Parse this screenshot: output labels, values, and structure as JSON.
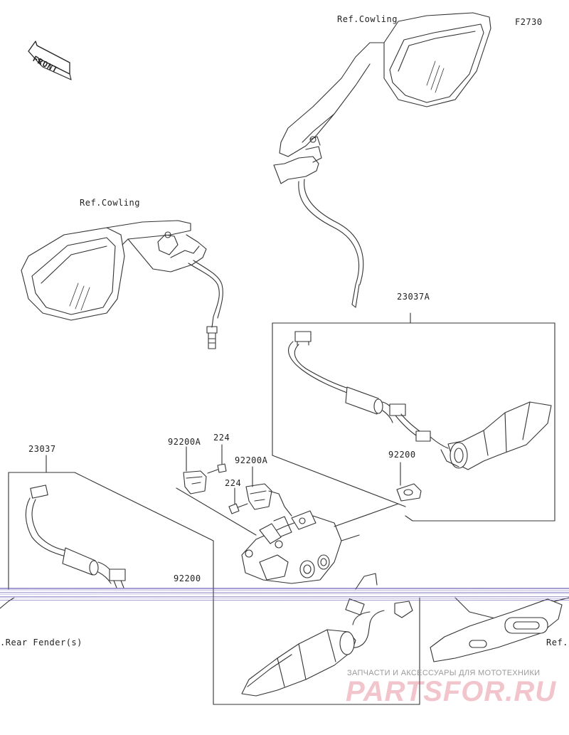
{
  "figure_id": "F2730",
  "front_arrow": "FRONT",
  "labels": {
    "ref_cowling_top": "Ref.Cowling",
    "ref_cowling_left": "Ref.Cowling",
    "part_23037A": "23037A",
    "part_23037": "23037",
    "part_92200A_left": "92200A",
    "part_224_top": "224",
    "part_92200A_right": "92200A",
    "part_224_bottom": "224",
    "part_92200_right": "92200",
    "part_92200_left": "92200",
    "rear_fender": ".Rear Fender(s)",
    "ref_bottom_right": "Ref."
  },
  "watermark": {
    "line1": "ЗАПЧАСТИ И АКСЕССУАРЫ ДЛЯ МОТОТЕХНИКИ",
    "line2": "PARTSFOR.RU"
  },
  "colors": {
    "line": "#333333",
    "noise": "#5a4fb0",
    "watermark_red": "#cd2d46"
  }
}
